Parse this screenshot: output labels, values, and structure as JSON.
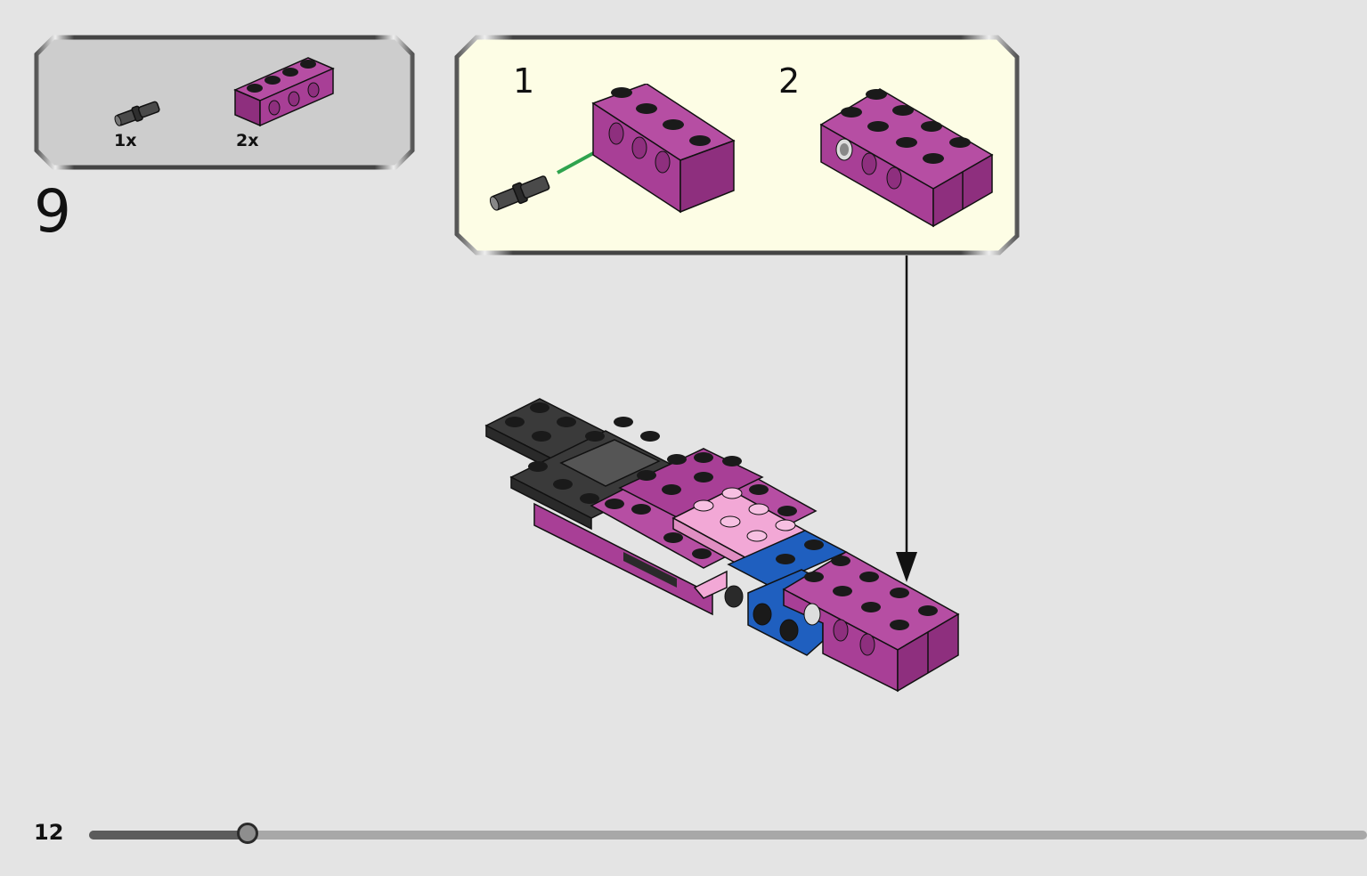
{
  "step": {
    "number": "9"
  },
  "page": {
    "number": "12"
  },
  "progress": {
    "fraction": 0.124
  },
  "parts": [
    {
      "name": "axle-pin-black",
      "qty": "1x"
    },
    {
      "name": "technic-brick-1x4-purple",
      "qty": "2x"
    }
  ],
  "substeps": [
    {
      "number": "1"
    },
    {
      "number": "2"
    }
  ],
  "colors": {
    "background": "#e4e4e4",
    "parts_panel": "#cdcdcd",
    "substep_panel": "#fdfde5",
    "brick_purple": "#a83f96",
    "brick_dark": "#3a3a3a",
    "brick_pink": "#f2a8d6",
    "brick_blue": "#1f5fbf",
    "insert_arrow": "#2fa34e"
  }
}
